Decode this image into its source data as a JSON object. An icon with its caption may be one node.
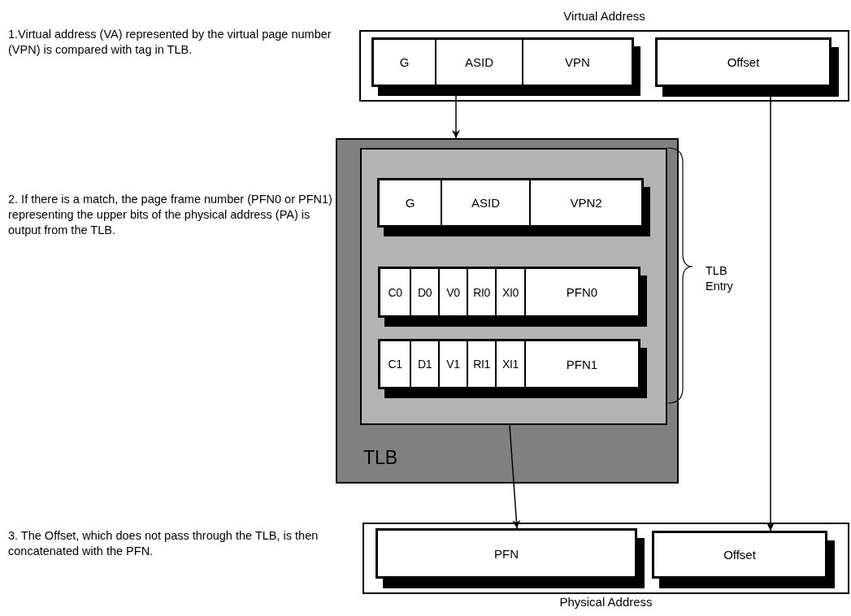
{
  "diagram": {
    "nodes": [
      {
        "text": [
          "Virtual Address"
        ]
      },
      {
        "text": [],
        "shape": "bar",
        "in": 0
      },
      {
        "text": [
          "G"
        ],
        "in": 1
      },
      {
        "text": [
          "ASID"
        ],
        "in": 1
      },
      {
        "text": [
          "VPN"
        ],
        "in": 1
      },
      {
        "text": [
          "Offset"
        ],
        "in": 0
      },
      {
        "text": [
          "TLB"
        ]
      },
      {
        "text": [],
        "shape": "box",
        "in": 6
      },
      {
        "text": [],
        "shape": "bar",
        "in": 7
      },
      {
        "text": [
          "G"
        ],
        "in": 8
      },
      {
        "text": [
          "ASID"
        ],
        "in": 8
      },
      {
        "text": [
          "VPN2"
        ],
        "in": 8
      },
      {
        "text": [],
        "shape": "bar",
        "in": 7
      },
      {
        "text": [
          "C0"
        ],
        "in": 12
      },
      {
        "text": [
          "D0"
        ],
        "in": 12
      },
      {
        "text": [
          "V0"
        ],
        "in": 12
      },
      {
        "text": [
          "RI0"
        ],
        "in": 12
      },
      {
        "text": [
          "XI0"
        ],
        "in": 12
      },
      {
        "text": [
          "PFN0"
        ],
        "in": 12
      },
      {
        "text": [],
        "shape": "bar",
        "in": 7
      },
      {
        "text": [
          "C1"
        ],
        "in": 19
      },
      {
        "text": [
          "D1"
        ],
        "in": 19
      },
      {
        "text": [
          "V1"
        ],
        "in": 19
      },
      {
        "text": [
          "RI1"
        ],
        "in": 19
      },
      {
        "text": [
          "XI1"
        ],
        "in": 19
      },
      {
        "text": [
          "PFN1"
        ],
        "in": 19
      },
      {
        "text": [
          "Physical Address"
        ]
      },
      {
        "text": [
          "PFN"
        ],
        "in": 26
      },
      {
        "text": [
          "Offset"
        ],
        "in": 26
      }
    ],
    "edges": [
      {
        "from": 3,
        "to": 6,
        "arrow": "to"
      },
      {
        "from": 7,
        "to": 27,
        "arrow": "to"
      },
      {
        "from": 5,
        "to": 28,
        "arrow": "to"
      }
    ],
    "labels": [
      "1.Virtual address (VA) represented by the virtual page number (VPN) is compared with tag in TLB.",
      "2. If there is a match, the page frame number (PFN0 or PFN1) representing the upper bits of the physical address (PA) is output from the TLB.",
      "3. The Offset, which does not pass through the TLB, is then concatenated with the PFN.",
      "TLB Entry"
    ]
  }
}
